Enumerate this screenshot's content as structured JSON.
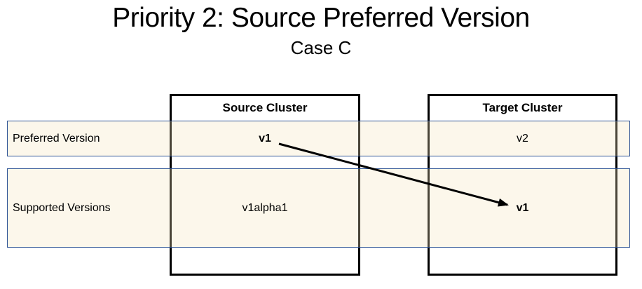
{
  "slide": {
    "title": "Priority 2: Source Preferred Version",
    "subtitle": "Case C"
  },
  "clusters": {
    "source": {
      "name": "Source Cluster"
    },
    "target": {
      "name": "Target Cluster"
    }
  },
  "rows": [
    {
      "label": "Preferred Version",
      "source_value": "v1",
      "target_value": "v2"
    },
    {
      "label": "Supported Versions",
      "source_value": "v1alpha1",
      "target_value": "v1"
    }
  ],
  "arrow": {
    "from": "Source Cluster preferred version v1",
    "to": "Target Cluster supported version v1"
  },
  "colors": {
    "background": "#ffffff",
    "band_fill_rgba": "rgba(246,230,190,0.30)",
    "band_border": "#2f5496",
    "box_border": "#000000",
    "arrow": "#000000",
    "text": "#000000"
  }
}
